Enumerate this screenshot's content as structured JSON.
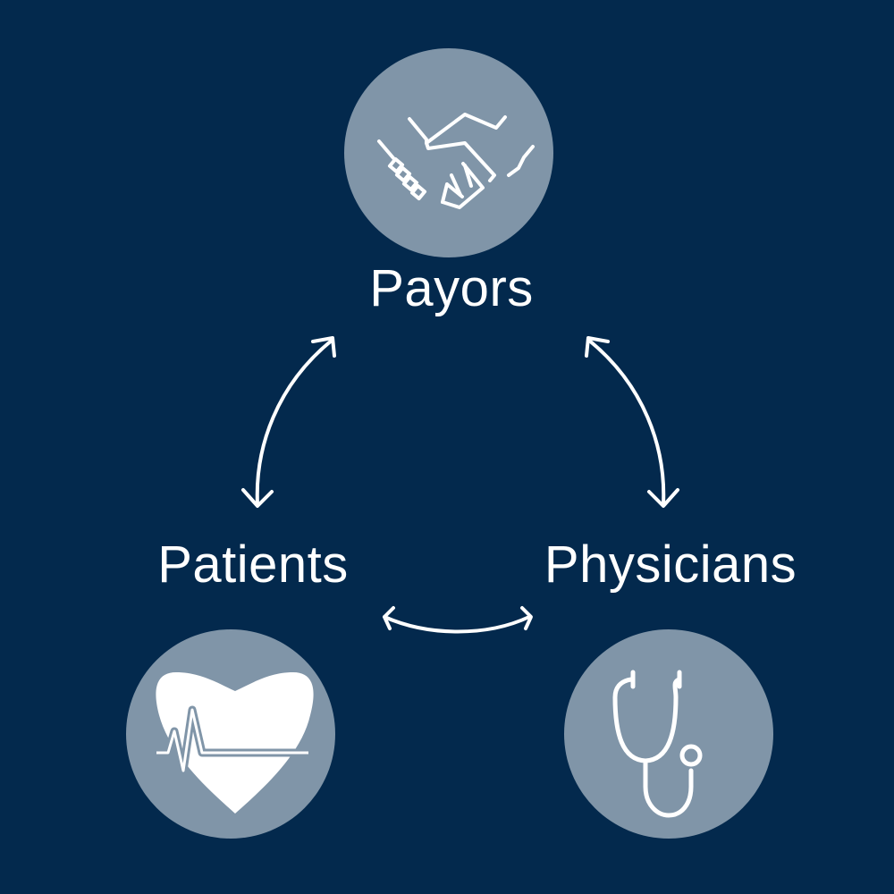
{
  "nodes": {
    "payors": {
      "label": "Payors",
      "icon": "handshake-icon"
    },
    "patients": {
      "label": "Patients",
      "icon": "heart-pulse-icon"
    },
    "physicians": {
      "label": "Physicians",
      "icon": "stethoscope-icon"
    }
  },
  "colors": {
    "background": "#03294d",
    "circle": "#8095a8",
    "foreground": "#ffffff"
  }
}
